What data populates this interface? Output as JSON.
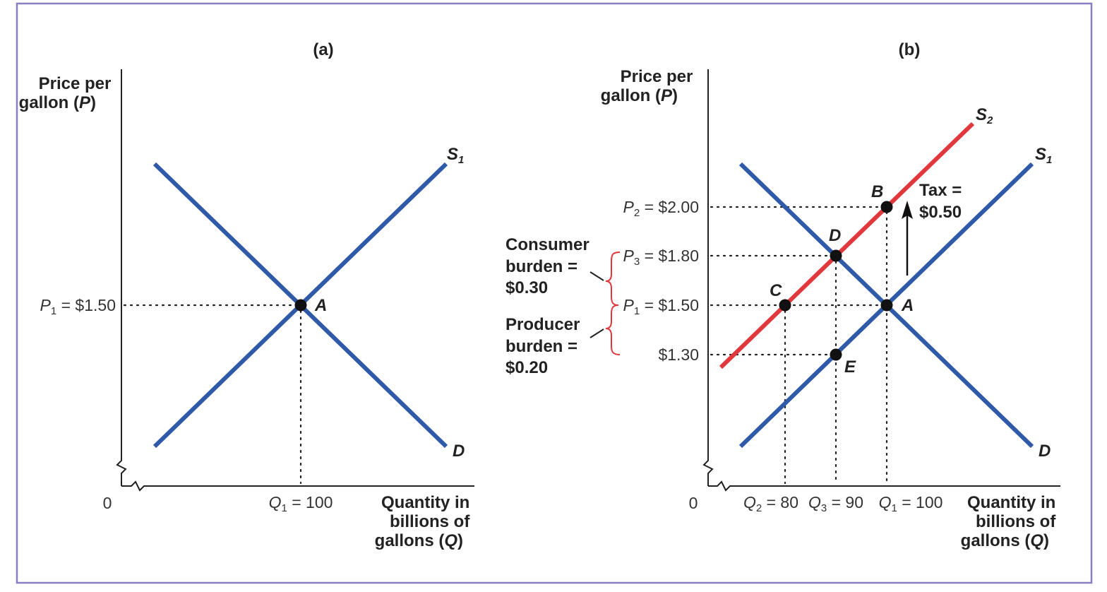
{
  "panel_a": {
    "title": "(a)",
    "y_axis_label": [
      "Price per",
      "gallon (",
      "P",
      ")"
    ],
    "x_axis_label": [
      "Quantity in",
      "billions of",
      "gallons (",
      "Q",
      ")"
    ],
    "origin": "0",
    "y_ticks": [
      {
        "sym": "P",
        "sub": "1",
        "text": " = $1.50"
      }
    ],
    "x_ticks": [
      {
        "sym": "Q",
        "sub": "1",
        "text": " = 100"
      }
    ],
    "curves": {
      "supply": {
        "sym": "S",
        "sub": "1"
      },
      "demand": "D"
    },
    "points": [
      "A"
    ]
  },
  "panel_b": {
    "title": "(b)",
    "y_axis_label": [
      "Price per",
      "gallon (",
      "P",
      ")"
    ],
    "x_axis_label": [
      "Quantity in",
      "billions of",
      "gallons (",
      "Q",
      ")"
    ],
    "origin": "0",
    "y_ticks": [
      {
        "sym": "P",
        "sub": "2",
        "text": " = $2.00"
      },
      {
        "sym": "P",
        "sub": "3",
        "text": " = $1.80"
      },
      {
        "sym": "P",
        "sub": "1",
        "text": " = $1.50"
      },
      {
        "sym": "",
        "sub": "",
        "text": "$1.30"
      }
    ],
    "x_ticks": [
      {
        "sym": "Q",
        "sub": "2",
        "text": " = 80"
      },
      {
        "sym": "Q",
        "sub": "3",
        "text": " = 90"
      },
      {
        "sym": "Q",
        "sub": "1",
        "text": " = 100"
      }
    ],
    "curves": {
      "supply_new": {
        "sym": "S",
        "sub": "2"
      },
      "supply": {
        "sym": "S",
        "sub": "1"
      },
      "demand": "D"
    },
    "points": [
      "B",
      "D",
      "C",
      "A",
      "E"
    ],
    "tax_label": [
      "Tax =",
      "$0.50"
    ],
    "consumer_burden": [
      "Consumer",
      "burden =",
      "$0.30"
    ],
    "producer_burden": [
      "Producer",
      "burden =",
      "$0.20"
    ]
  },
  "colors": {
    "curve": "#2e5aa8",
    "new_supply": "#e0383c",
    "frame": "#8a7fc2"
  },
  "chart_data": [
    {
      "type": "line",
      "title": "(a)",
      "xlabel": "Quantity in billions of gallons (Q)",
      "ylabel": "Price per gallon (P)",
      "series": [
        {
          "name": "S1",
          "points": [
            {
              "x": 100,
              "y": 1.5
            }
          ]
        },
        {
          "name": "D",
          "points": [
            {
              "x": 100,
              "y": 1.5
            }
          ]
        }
      ],
      "equilibrium": {
        "label": "A",
        "x": 100,
        "y": 1.5
      }
    },
    {
      "type": "line",
      "title": "(b)",
      "xlabel": "Quantity in billions of gallons (Q)",
      "ylabel": "Price per gallon (P)",
      "series": [
        {
          "name": "S1",
          "points": [
            {
              "x": 90,
              "y": 1.3
            },
            {
              "x": 100,
              "y": 1.5
            }
          ]
        },
        {
          "name": "S2",
          "points": [
            {
              "x": 80,
              "y": 1.5
            },
            {
              "x": 90,
              "y": 1.8
            },
            {
              "x": 100,
              "y": 2.0
            }
          ]
        },
        {
          "name": "D",
          "points": [
            {
              "x": 90,
              "y": 1.8
            },
            {
              "x": 100,
              "y": 1.5
            }
          ]
        }
      ],
      "labeled_points": [
        {
          "label": "B",
          "x": 100,
          "y": 2.0
        },
        {
          "label": "D",
          "x": 90,
          "y": 1.8
        },
        {
          "label": "C",
          "x": 80,
          "y": 1.5
        },
        {
          "label": "A",
          "x": 100,
          "y": 1.5
        },
        {
          "label": "E",
          "x": 90,
          "y": 1.3
        }
      ],
      "tax": 0.5,
      "consumer_burden": 0.3,
      "producer_burden": 0.2
    }
  ]
}
